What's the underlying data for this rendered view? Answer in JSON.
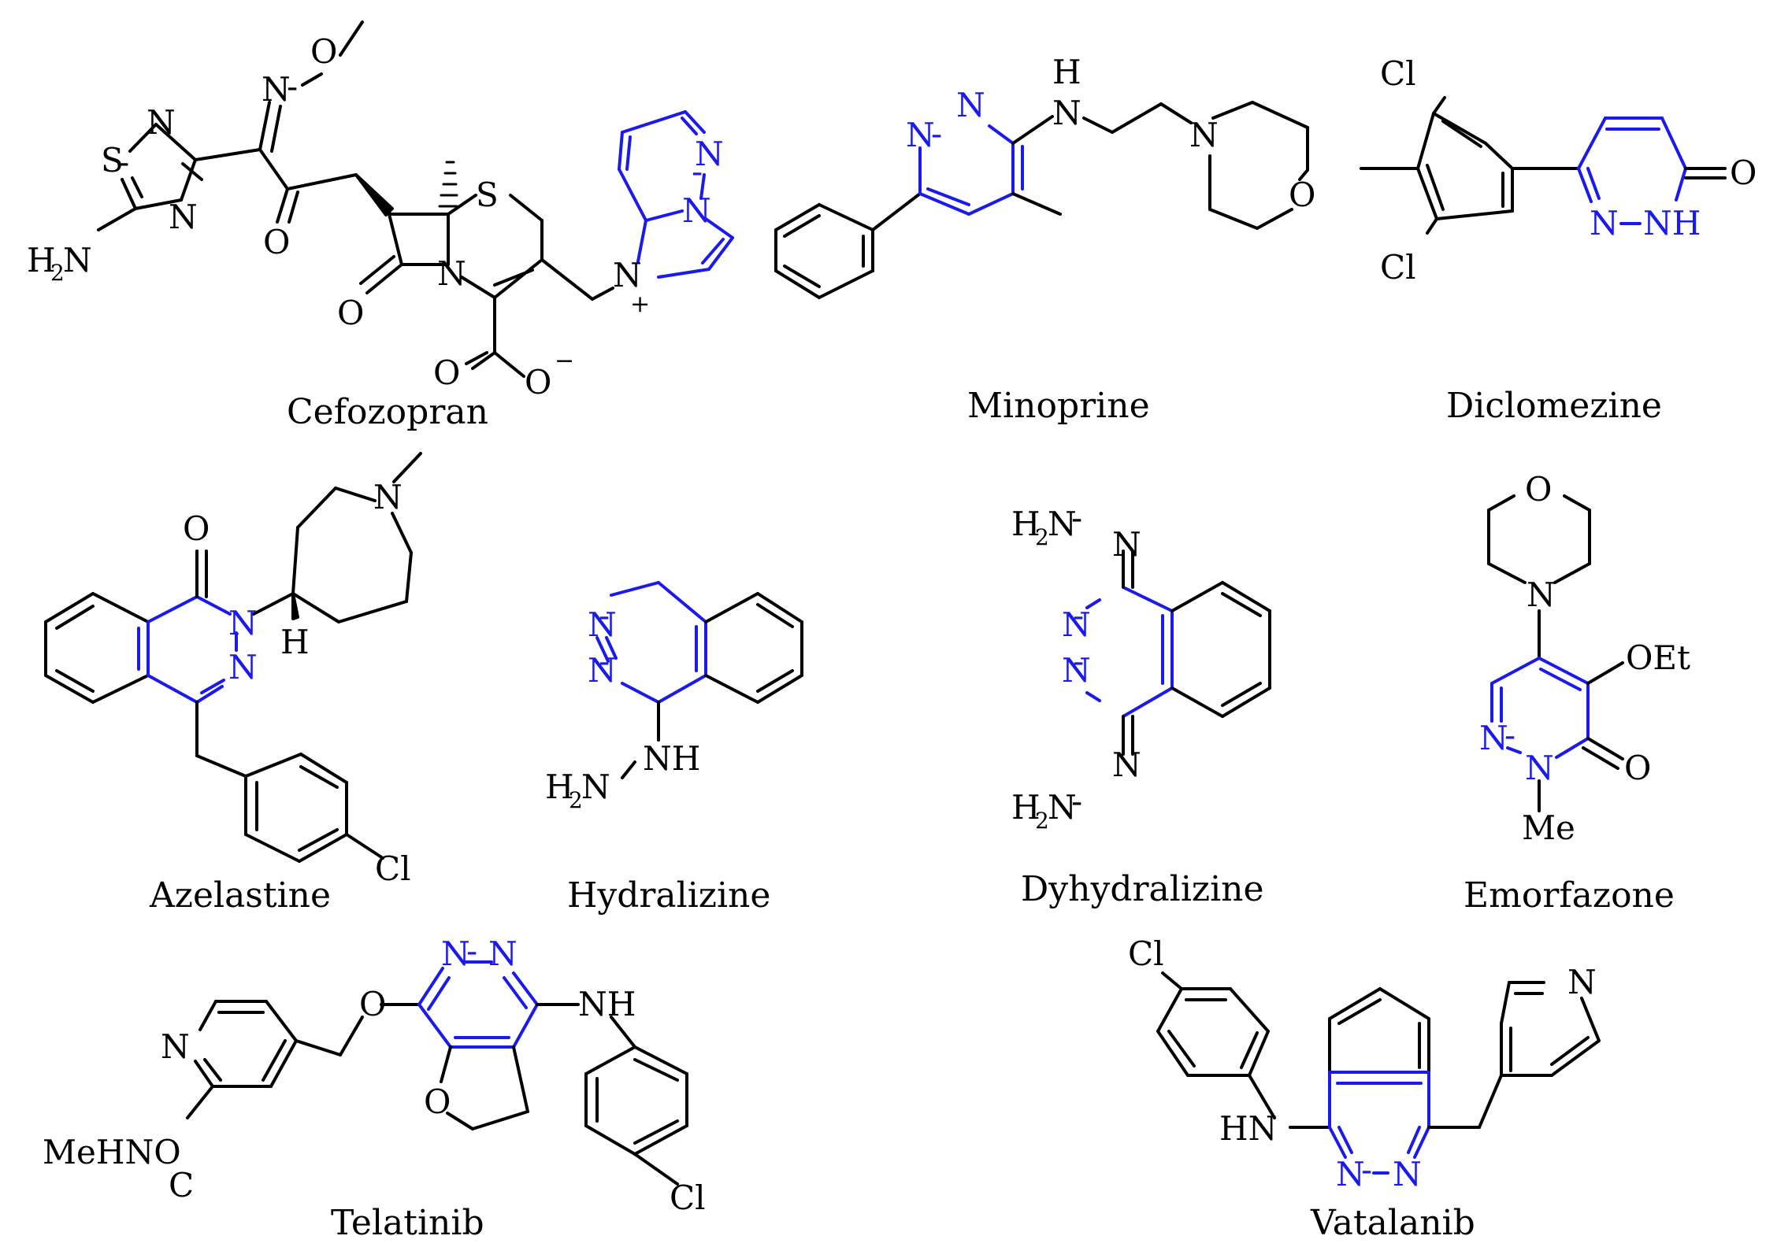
{
  "colors": {
    "bond": "#000000",
    "highlight": "#1a1aee",
    "background": "#ffffff"
  },
  "compounds": [
    {
      "id": "cefozopran",
      "name": "Cefozopran"
    },
    {
      "id": "minoprine",
      "name": "Minoprine"
    },
    {
      "id": "diclomezine",
      "name": "Diclomezine"
    },
    {
      "id": "azelastine",
      "name": "Azelastine"
    },
    {
      "id": "hydralizine",
      "name": "Hydralizine"
    },
    {
      "id": "dyhydralizine",
      "name": "Dyhydralizine"
    },
    {
      "id": "emorfazone",
      "name": "Emorfazone"
    },
    {
      "id": "telatinib",
      "name": "Telatinib"
    },
    {
      "id": "vatalanib",
      "name": "Vatalanib"
    }
  ],
  "atoms": {
    "N": "N",
    "O": "O",
    "S": "S",
    "H": "H",
    "Cl": "Cl",
    "NH": "NH",
    "HN": "HN",
    "H2N_H": "H",
    "H2N_2": "2",
    "H2N_N": "N",
    "OEt": "OEt",
    "Me": "Me",
    "MeHNO": "MeHNO",
    "C": "C",
    "plus": "+",
    "minus": "−"
  }
}
